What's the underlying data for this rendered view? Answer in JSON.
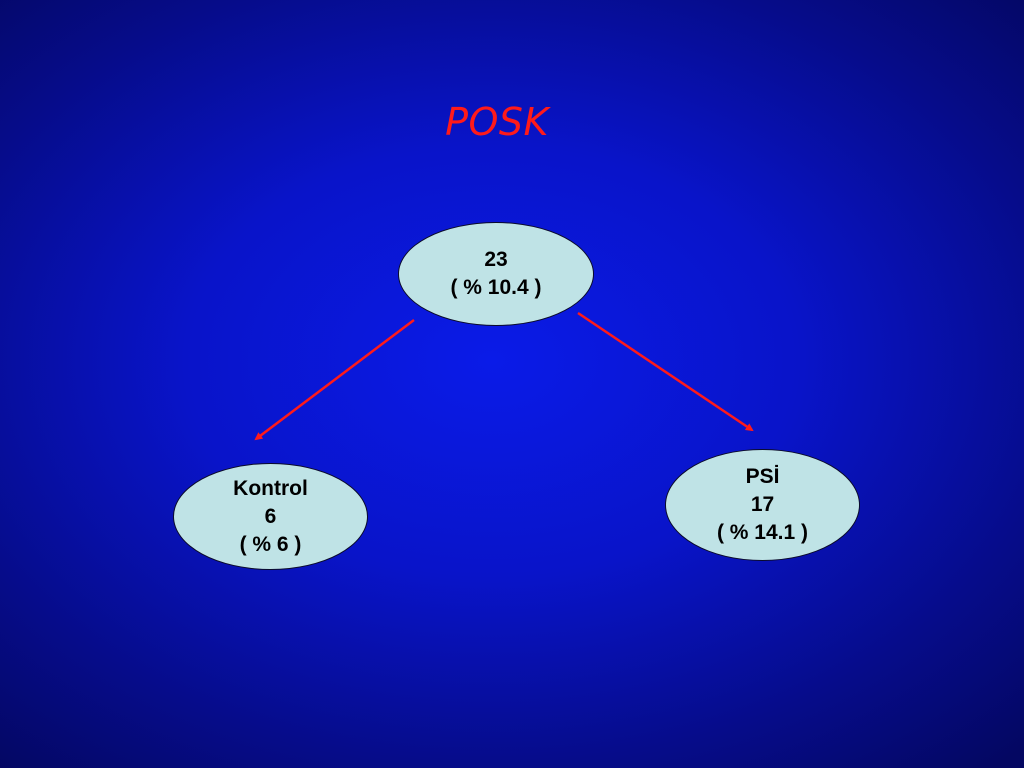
{
  "title": "POSK",
  "nodes": {
    "top": {
      "value": "23",
      "percent": "( % 10.4 )"
    },
    "left": {
      "label": "Kontrol",
      "value": "6",
      "percent": "( % 6 )"
    },
    "right": {
      "label": "PSİ",
      "value": "17",
      "percent": "( % 14.1 )"
    }
  },
  "colors": {
    "background": "#0914c9",
    "title": "#ff1a1a",
    "node_fill": "#bfe3e6",
    "arrow": "#ff1a1a"
  }
}
